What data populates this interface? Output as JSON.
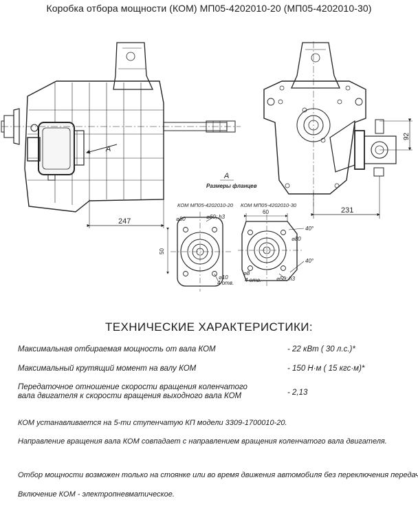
{
  "title": "Коробка отбора мощности (КОМ) МП05-4202010-20 (МП05-4202010-30)",
  "drawing": {
    "dim_left_width": "247",
    "dim_right_width": "231",
    "dim_right_height": "92",
    "view_marker": "А",
    "view_section_letter": "А",
    "view_caption": "Размеры фланцев",
    "flange_20": {
      "label": "КОМ МП05-4202010-20",
      "d80": "⌀80",
      "d60": "⌀60; h3",
      "dim_50": "50",
      "d10": "⌀10",
      "holes": "4 отв."
    },
    "flange_30": {
      "label": "КОМ МП05-4202010-30",
      "dim_60": "60",
      "angle1": "40°",
      "angle2": "40°",
      "d80": "⌀80",
      "d8": "⌀8",
      "holes": "4 отв.",
      "d50": "⌀50; h3"
    }
  },
  "specs_heading": "ТЕХНИЧЕСКИЕ ХАРАКТЕРИСТИКИ:",
  "specs": [
    {
      "label": "Максимальная отбираемая мощность от вала КОМ",
      "value": "- 22 кВт ( 30 л.с.)*"
    },
    {
      "label": "Максимальный крутящий момент на валу КОМ",
      "value": "- 150 Н·м ( 15 кгс·м)*"
    },
    {
      "label": "Передаточное отношение скорости вращения коленчатого вала двигателя к скорости вращения выходного вала КОМ",
      "value": "- 2,13"
    }
  ],
  "notes": [
    "КОМ  устанавливается  на  5-ти ступенчатую КП модели  3309-1700010-20.",
    "Направление вращения вала  КОМ  совпадает с направлением вращения коленчатого вала двигателя.",
    "Отбор мощности возможен только на стоянке или во время движения автомобиля без переключения передач.",
    "Включение КОМ - электропневматическое."
  ]
}
